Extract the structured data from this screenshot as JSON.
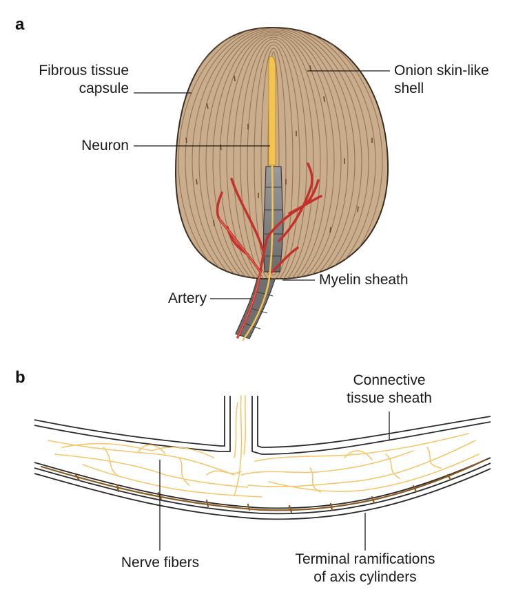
{
  "panels": [
    {
      "letter": "a",
      "labels": {
        "fibrous_capsule": [
          "Fibrous tissue",
          "capsule"
        ],
        "onion_shell": [
          "Onion skin-like",
          "shell"
        ],
        "neuron": "Neuron",
        "myelin": "Myelin sheath",
        "artery": "Artery"
      }
    },
    {
      "letter": "b",
      "labels": {
        "connective_sheath": [
          "Connective",
          "tissue sheath"
        ],
        "nerve_fibers": "Nerve fibers",
        "terminal_ramifications": [
          "Terminal ramifications",
          "of axis cylinders"
        ]
      }
    }
  ],
  "colors": {
    "capsule_fill": "#c9ad8c",
    "capsule_lines": "#8a6a4a",
    "neuron": "#f3c451",
    "artery": "#c4302b",
    "myelin": "#7a7a7a",
    "fibers": "#f6c66a",
    "ramifications": "#8a5a22"
  }
}
